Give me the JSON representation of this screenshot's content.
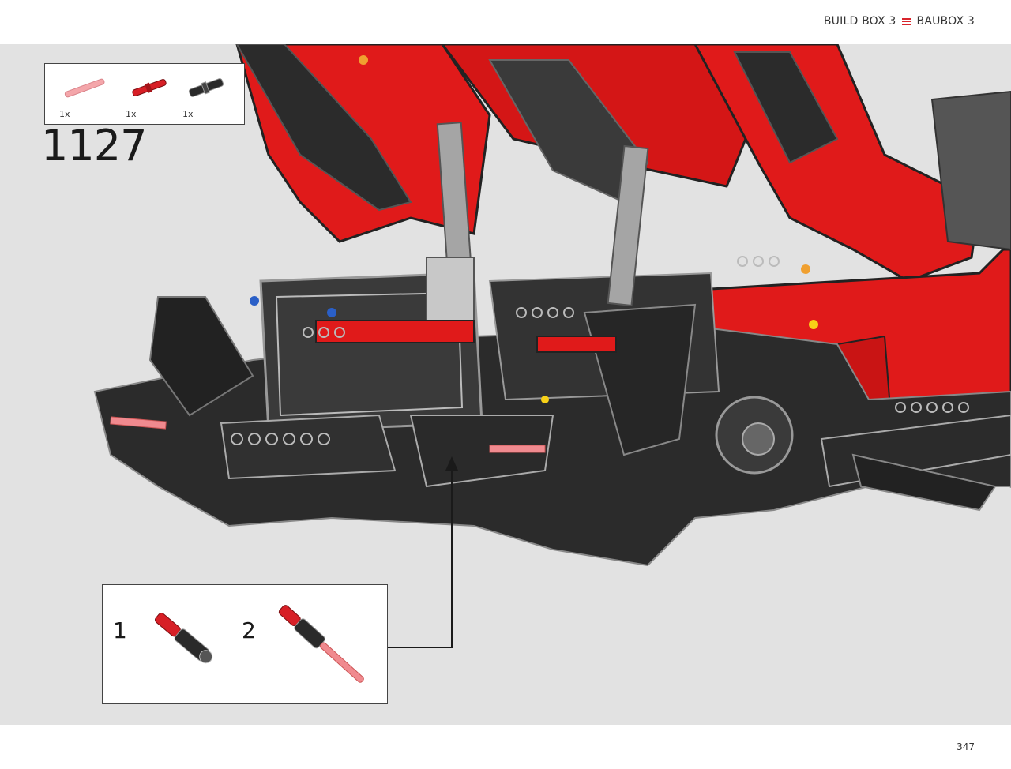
{
  "header": {
    "build_box_en": "BUILD BOX 3",
    "build_box_de": "BAUBOX 3",
    "flag_color": "#d9252c"
  },
  "parts_list": {
    "items": [
      {
        "name": "pink-translucent-axle-icon",
        "quantity": "1x",
        "color": "#f4a6aa"
      },
      {
        "name": "red-axle-pin-icon",
        "quantity": "1x",
        "color": "#d71f26"
      },
      {
        "name": "black-pin-connector-icon",
        "quantity": "1x",
        "color": "#2a2a2a"
      }
    ]
  },
  "step": {
    "number": "1127"
  },
  "callout": {
    "substeps": [
      {
        "number": "1"
      },
      {
        "number": "2"
      }
    ]
  },
  "footer": {
    "page_number": "347"
  },
  "colors": {
    "model_red": "#e01a1a",
    "model_black": "#2b2b2b",
    "model_grey": "#9a9a9a",
    "background": "#e2e2e2"
  }
}
